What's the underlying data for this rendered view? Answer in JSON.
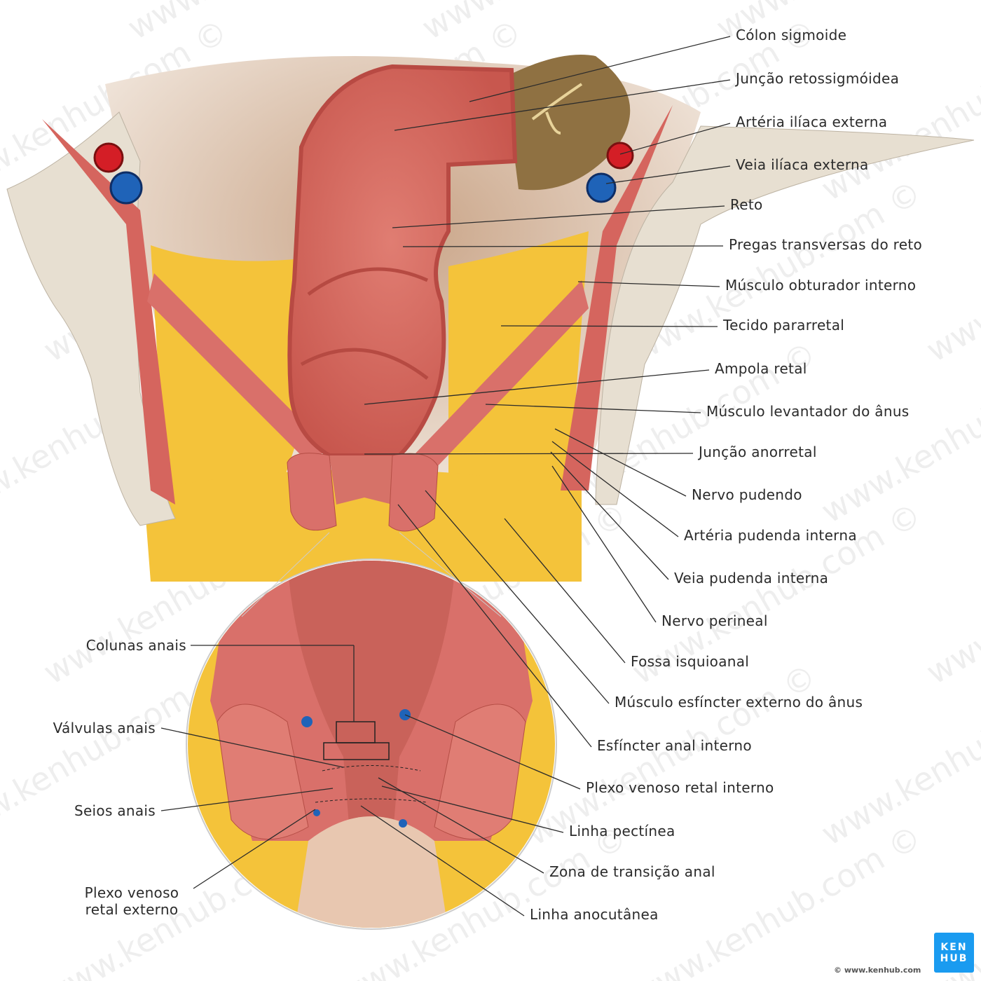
{
  "watermark": "www.kenhub.com ©",
  "labels_right": [
    {
      "text": "Cólon sigmoide"
    },
    {
      "text": "Junção retossigmóidea"
    },
    {
      "text": "Artéria ilíaca externa"
    },
    {
      "text": "Veia ilíaca externa"
    },
    {
      "text": "Reto"
    },
    {
      "text": "Pregas transversas do reto"
    },
    {
      "text": "Músculo obturador interno"
    },
    {
      "text": "Tecido pararretal"
    },
    {
      "text": "Ampola retal"
    },
    {
      "text": "Músculo levantador do ânus"
    },
    {
      "text": "Junção anorretal"
    },
    {
      "text": "Nervo pudendo"
    },
    {
      "text": "Artéria pudenda interna"
    },
    {
      "text": "Veia pudenda interna"
    },
    {
      "text": "Nervo perineal"
    },
    {
      "text": "Fossa isquioanal"
    },
    {
      "text": "Músculo esfíncter externo do ânus"
    },
    {
      "text": "Esfíncter anal interno"
    },
    {
      "text": "Plexo venoso retal interno"
    },
    {
      "text": "Linha pectínea"
    },
    {
      "text": "Zona de transição anal"
    },
    {
      "text": "Linha anocutânea"
    }
  ],
  "labels_left": [
    {
      "text": "Colunas anais"
    },
    {
      "text": "Válvulas anais"
    },
    {
      "text": "Seios anais"
    },
    {
      "text": "Plexo venoso retal externo"
    }
  ],
  "logo": {
    "line1": "KEN",
    "line2": "HUB"
  },
  "copyright": "© www.kenhub.com",
  "colors": {
    "muscle": "#d9706a",
    "fat": "#f5c43a",
    "bone": "#e9e2d6",
    "artery": "#d41e26",
    "vein": "#1f63b8",
    "logo": "#1a9bf0"
  }
}
